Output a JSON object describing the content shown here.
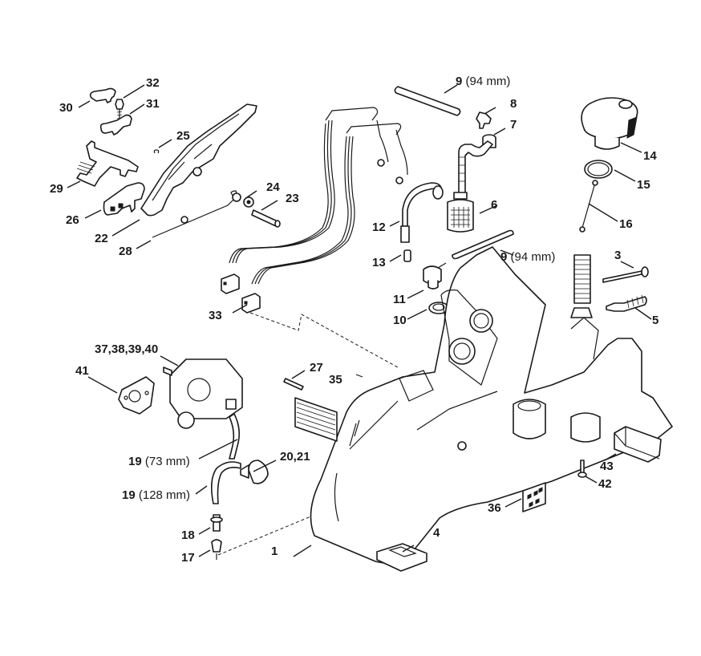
{
  "diagram": {
    "type": "exploded-parts-diagram",
    "subject": "chainsaw handle housing",
    "callouts": [
      {
        "id": "c30",
        "number": "30",
        "detail": ""
      },
      {
        "id": "c32",
        "number": "32",
        "detail": ""
      },
      {
        "id": "c31",
        "number": "31",
        "detail": ""
      },
      {
        "id": "c25",
        "number": "25",
        "detail": ""
      },
      {
        "id": "c29",
        "number": "29",
        "detail": ""
      },
      {
        "id": "c26",
        "number": "26",
        "detail": ""
      },
      {
        "id": "c22",
        "number": "22",
        "detail": ""
      },
      {
        "id": "c28",
        "number": "28",
        "detail": ""
      },
      {
        "id": "c24",
        "number": "24",
        "detail": ""
      },
      {
        "id": "c23",
        "number": "23",
        "detail": ""
      },
      {
        "id": "c9a",
        "number": "9",
        "detail": "(94 mm)"
      },
      {
        "id": "c8",
        "number": "8",
        "detail": ""
      },
      {
        "id": "c7",
        "number": "7",
        "detail": ""
      },
      {
        "id": "c6",
        "number": "6",
        "detail": ""
      },
      {
        "id": "c12",
        "number": "12",
        "detail": ""
      },
      {
        "id": "c13",
        "number": "13",
        "detail": ""
      },
      {
        "id": "c9b",
        "number": "9",
        "detail": "(94 mm)"
      },
      {
        "id": "c14",
        "number": "14",
        "detail": ""
      },
      {
        "id": "c15",
        "number": "15",
        "detail": ""
      },
      {
        "id": "c16",
        "number": "16",
        "detail": ""
      },
      {
        "id": "c3",
        "number": "3",
        "detail": ""
      },
      {
        "id": "c5",
        "number": "5",
        "detail": ""
      },
      {
        "id": "c11",
        "number": "11",
        "detail": ""
      },
      {
        "id": "c10",
        "number": "10",
        "detail": ""
      },
      {
        "id": "c33",
        "number": "33",
        "detail": ""
      },
      {
        "id": "c37",
        "number": "37,38,39,40",
        "detail": ""
      },
      {
        "id": "c41",
        "number": "41",
        "detail": ""
      },
      {
        "id": "c27",
        "number": "27",
        "detail": ""
      },
      {
        "id": "c35",
        "number": "35",
        "detail": ""
      },
      {
        "id": "c19a",
        "number": "19",
        "detail": "(73 mm)"
      },
      {
        "id": "c2021",
        "number": "20,21",
        "detail": ""
      },
      {
        "id": "c19b",
        "number": "19",
        "detail": "(128 mm)"
      },
      {
        "id": "c18",
        "number": "18",
        "detail": ""
      },
      {
        "id": "c17",
        "number": "17",
        "detail": ""
      },
      {
        "id": "c1",
        "number": "1",
        "detail": ""
      },
      {
        "id": "c4",
        "number": "4",
        "detail": ""
      },
      {
        "id": "c36",
        "number": "36",
        "detail": ""
      },
      {
        "id": "c43",
        "number": "43",
        "detail": ""
      },
      {
        "id": "c42",
        "number": "42",
        "detail": ""
      }
    ]
  }
}
